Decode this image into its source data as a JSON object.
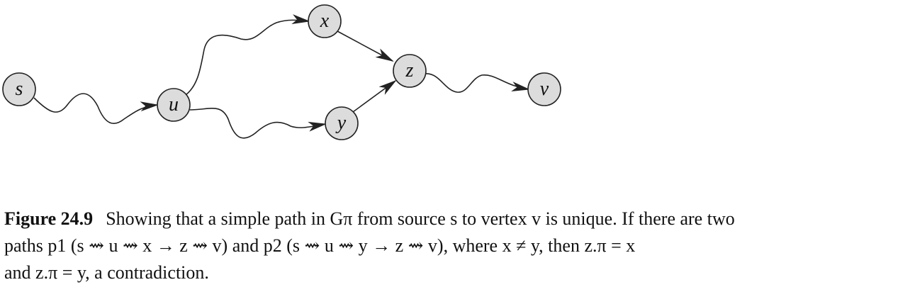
{
  "diagram": {
    "nodes": [
      {
        "id": "s",
        "label": "s"
      },
      {
        "id": "u",
        "label": "u"
      },
      {
        "id": "x",
        "label": "x"
      },
      {
        "id": "y",
        "label": "y"
      },
      {
        "id": "z",
        "label": "z"
      },
      {
        "id": "v",
        "label": "v"
      }
    ],
    "edges": [
      {
        "from": "s",
        "to": "u",
        "style": "wavy"
      },
      {
        "from": "u",
        "to": "x",
        "style": "wavy"
      },
      {
        "from": "u",
        "to": "y",
        "style": "wavy"
      },
      {
        "from": "x",
        "to": "z",
        "style": "straight"
      },
      {
        "from": "y",
        "to": "z",
        "style": "straight"
      },
      {
        "from": "z",
        "to": "v",
        "style": "wavy"
      }
    ]
  },
  "caption": {
    "figure_label": "Figure 24.9",
    "line1": "Showing that a simple path in Gπ from source s to vertex v is unique. If there are two",
    "line2": "paths p1 (s ⇝ u ⇝ x → z ⇝ v) and p2 (s ⇝ u ⇝ y → z ⇝ v), where x ≠ y, then z.π = x",
    "line3": "and z.π = y, a contradiction."
  }
}
